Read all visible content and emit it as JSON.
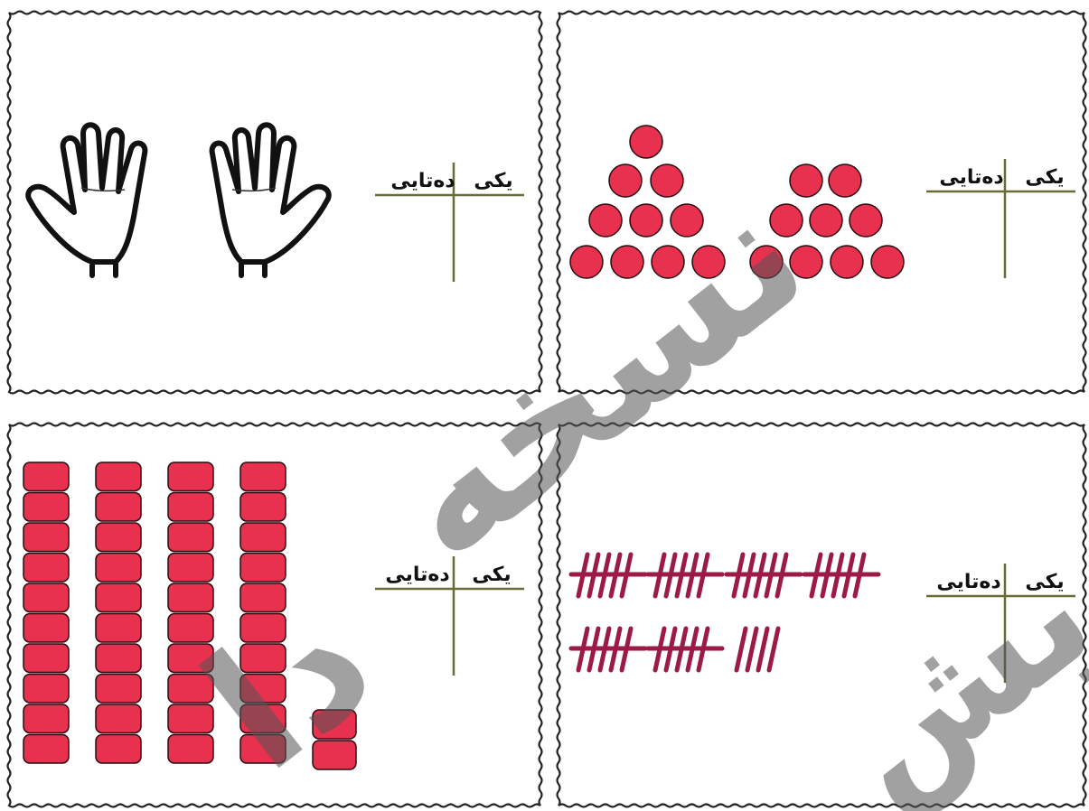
{
  "cards": [
    {
      "id": "hands",
      "tens_label": "دەتایی",
      "ones_label": "یکی",
      "count": 10,
      "content": "hands"
    },
    {
      "id": "dots",
      "tens_label": "دەتایی",
      "ones_label": "یکی",
      "count": 19,
      "content": "red-dots"
    },
    {
      "id": "cubes",
      "tens_label": "دەتایی",
      "ones_label": "یکی",
      "count": 42,
      "content": "cube-towers"
    },
    {
      "id": "tally",
      "tens_label": "دەتایی",
      "ones_label": "یکی",
      "count": 34,
      "content": "tally-marks"
    }
  ],
  "colors": {
    "red": "#e8314f",
    "red_stroke": "#2a0a10",
    "tally": "#9c1a47",
    "chart_line": "#6b6b3a",
    "border": "#222222",
    "watermark": "#555555"
  },
  "watermark": {
    "text_1": "نسخه",
    "text_2": "دا",
    "text_3": "یش"
  }
}
